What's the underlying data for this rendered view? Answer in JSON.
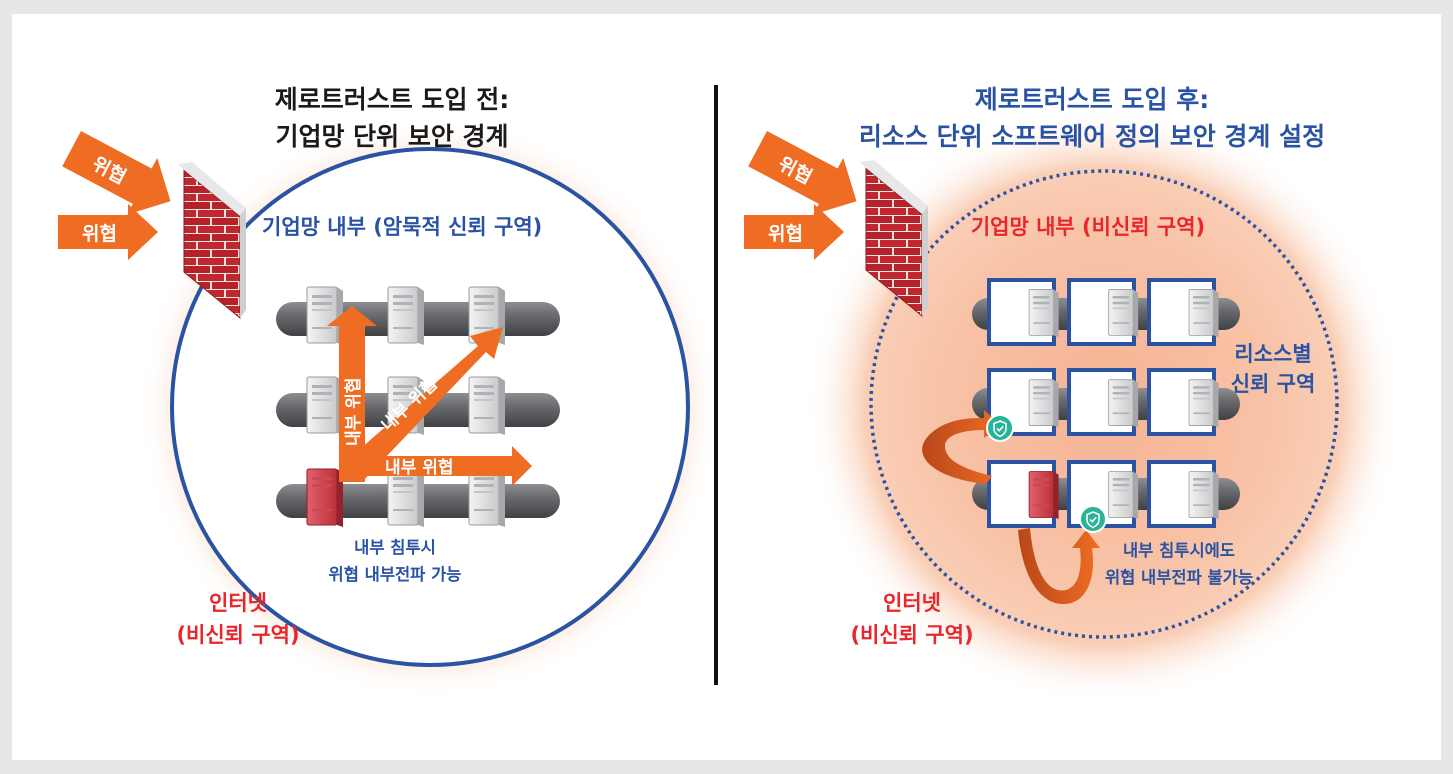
{
  "left": {
    "title_line1": "제로트러스트 도입 전:",
    "title_line2": "기업망 단위 보안 경계",
    "zone_label": "기업망 내부 (암묵적 신뢰 구역)",
    "threat_arrow_1": "위협",
    "threat_arrow_2": "위협",
    "internal_threat_up": "내부 위협",
    "internal_threat_diag": "내부 위협",
    "internal_threat_right": "내부 위협",
    "note_line1": "내부 침투시",
    "note_line2": "위협 내부전파 가능",
    "internet_line1": "인터넷",
    "internet_line2": "(비신뢰 구역)"
  },
  "right": {
    "title_line1": "제로트러스트 도입 후:",
    "title_line2": "리소스 단위 소프트웨어 정의 보안 경계 설정",
    "zone_label": "기업망 내부 (비신뢰 구역)",
    "threat_arrow_1": "위협",
    "threat_arrow_2": "위협",
    "resource_line1": "리소스별",
    "resource_line2": "신뢰 구역",
    "note_line1": "내부 침투시에도",
    "note_line2": "위협 내부전파 불가능",
    "internet_line1": "인터넷",
    "internet_line2": "(비신뢰 구역)"
  },
  "colors": {
    "accent_orange": "#ef6c23",
    "zone_blue": "#2a54a3",
    "untrusted_red": "#e8262b",
    "pipe_gray": "#6d6e71",
    "firewall_red": "#b5222a",
    "shield_teal": "#2bb39a"
  }
}
